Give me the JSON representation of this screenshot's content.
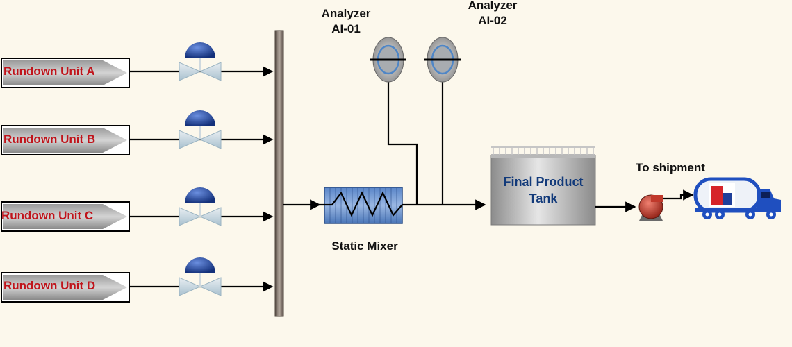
{
  "rundown_units": [
    {
      "label": "Rundown Unit A"
    },
    {
      "label": "Rundown Unit B"
    },
    {
      "label": "Rundown Unit C"
    },
    {
      "label": "Rundown Unit D"
    }
  ],
  "analyzers": [
    {
      "line1": "Analyzer",
      "line2": "AI-01"
    },
    {
      "line1": "Analyzer",
      "line2": "AI-02"
    }
  ],
  "mixer": {
    "label": "Static Mixer"
  },
  "tank": {
    "line1": "Final Product",
    "line2": "Tank"
  },
  "shipment": {
    "label": "To shipment"
  },
  "colors": {
    "background": "#fcf8ec",
    "unit_text": "#c0141b",
    "tank_text": "#123a7a",
    "valve_actuator": "#1f3f9a",
    "pump": "#c0392b",
    "truck": "#1f4fbf"
  },
  "icons": [
    "control-valve-icon",
    "analyzer-icon",
    "static-mixer-icon",
    "tank-icon",
    "pump-icon",
    "tanker-truck-icon"
  ]
}
